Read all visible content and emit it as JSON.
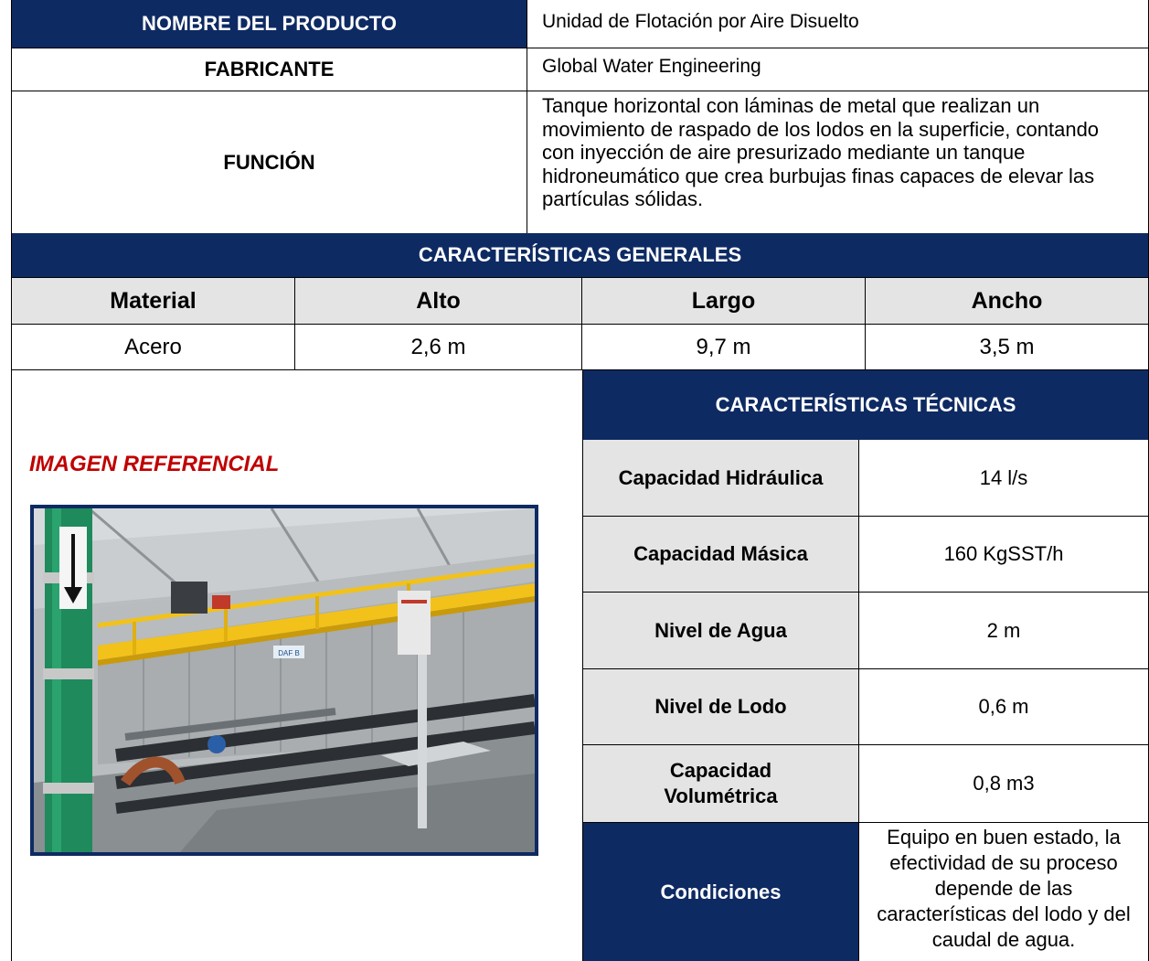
{
  "product": {
    "name_label": "NOMBRE DEL PRODUCTO",
    "name_value": "Unidad de Flotación por Aire Disuelto",
    "maker_label": "FABRICANTE",
    "maker_value": "Global Water Engineering",
    "function_label": "FUNCIÓN",
    "function_value": "Tanque horizontal con láminas de metal que realizan un movimiento de raspado de los lodos en la superficie, contando con inyección de aire presurizado mediante un tanque hidroneumático que crea burbujas finas capaces de elevar las partículas sólidas."
  },
  "general": {
    "title": "CARACTERÍSTICAS GENERALES",
    "headers": [
      "Material",
      "Alto",
      "Largo",
      "Ancho"
    ],
    "values": [
      "Acero",
      "2,6 m",
      "9,7 m",
      "3,5 m"
    ]
  },
  "image_section": {
    "label": "IMAGEN REFERENCIAL",
    "photo_sign_text": "DAF B"
  },
  "technical": {
    "title": "CARACTERÍSTICAS TÉCNICAS",
    "rows": [
      {
        "label": "Capacidad Hidráulica",
        "value": "14 l/s"
      },
      {
        "label": "Capacidad Másica",
        "value": "160 KgSST/h"
      },
      {
        "label": "Nivel de Agua",
        "value": "2 m"
      },
      {
        "label": "Nivel de Lodo",
        "value": "0,6 m"
      },
      {
        "label": "Capacidad Volumétrica",
        "value": "0,8 m3"
      },
      {
        "label": "Condiciones",
        "value": "Equipo en buen estado, la efectividad de su proceso depende de las características del lodo y del caudal de agua."
      }
    ]
  },
  "colors": {
    "header_navy": "#0e2a63",
    "header_grey": "#e4e4e4",
    "accent_red": "#c00000"
  }
}
